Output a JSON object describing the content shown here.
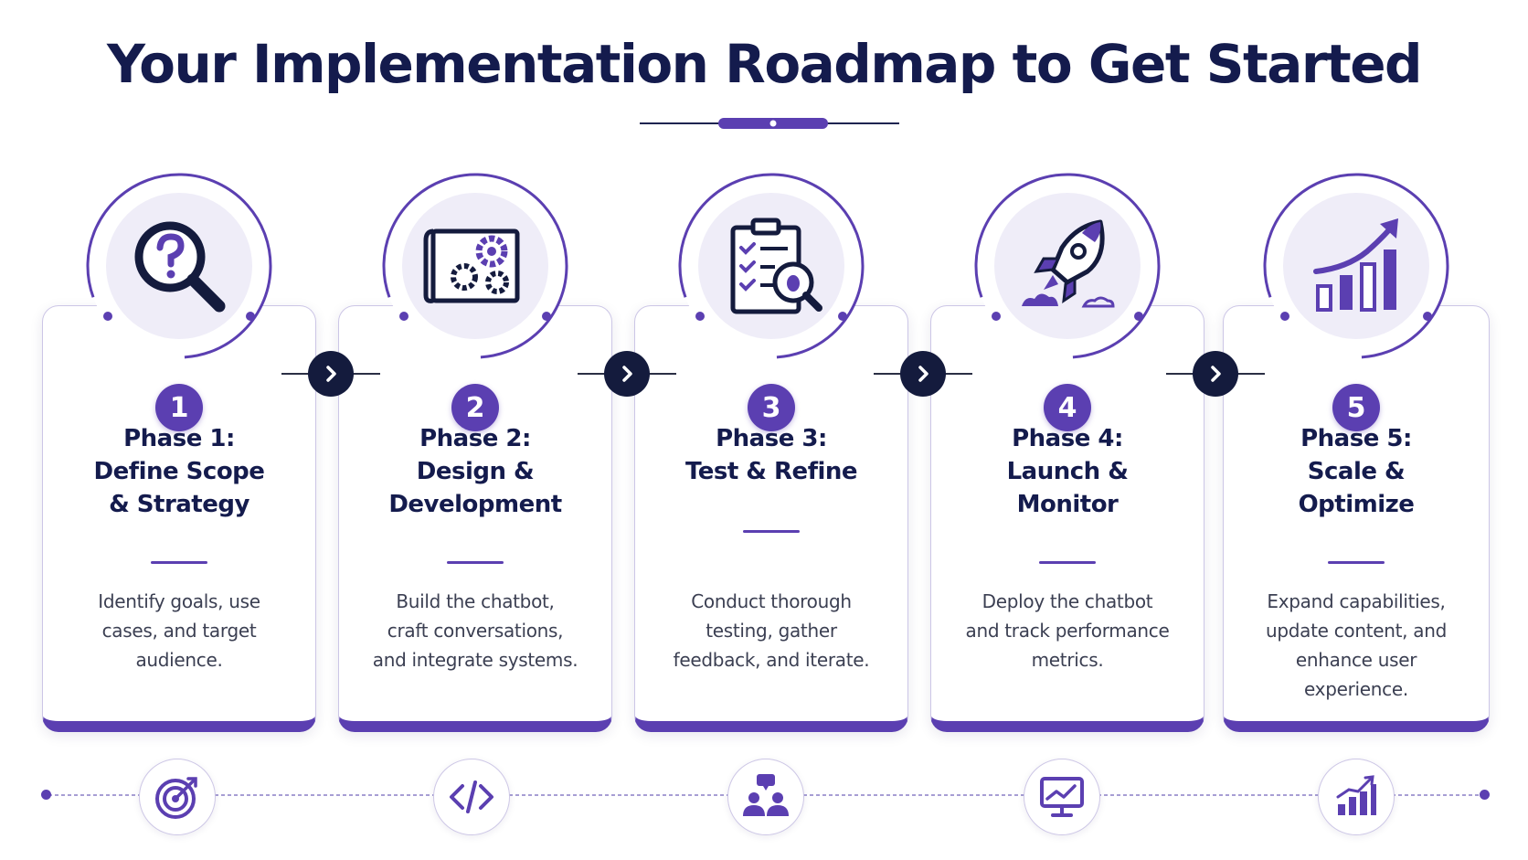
{
  "title": "Your Implementation Roadmap to Get Started",
  "colors": {
    "accent": "#5b3fb1",
    "navy": "#141b4d",
    "arrow_bg": "#141b3d",
    "icon_bg": "#efedf8",
    "body_text": "#3b3f52"
  },
  "phases": [
    {
      "number": "1",
      "title_lines": [
        "Phase 1:",
        "Define Scope",
        "& Strategy"
      ],
      "desc_lines": [
        "Identify goals, use",
        "cases, and target",
        "audience."
      ],
      "icon": "magnifier-question-icon",
      "timeline_icon": "target-icon"
    },
    {
      "number": "2",
      "title_lines": [
        "Phase 2:",
        "Design &",
        "Development"
      ],
      "desc_lines": [
        "Build the chatbot,",
        "craft conversations,",
        "and integrate systems."
      ],
      "icon": "blueprint-gears-icon",
      "timeline_icon": "code-icon"
    },
    {
      "number": "3",
      "title_lines": [
        "Phase 3:",
        "Test & Refine"
      ],
      "desc_lines": [
        "Conduct thorough",
        "testing, gather",
        "feedback, and iterate."
      ],
      "icon": "clipboard-bug-search-icon",
      "timeline_icon": "team-chat-icon"
    },
    {
      "number": "4",
      "title_lines": [
        "Phase 4:",
        "Launch &",
        "Monitor"
      ],
      "desc_lines": [
        "Deploy the chatbot",
        "and track performance",
        "metrics."
      ],
      "icon": "rocket-icon",
      "timeline_icon": "monitor-chart-icon"
    },
    {
      "number": "5",
      "title_lines": [
        "Phase 5:",
        "Scale &",
        "Optimize"
      ],
      "desc_lines": [
        "Expand capabilities,",
        "update content, and",
        "enhance user",
        "experience."
      ],
      "icon": "growth-bars-arrow-icon",
      "timeline_icon": "bar-chart-icon"
    }
  ]
}
